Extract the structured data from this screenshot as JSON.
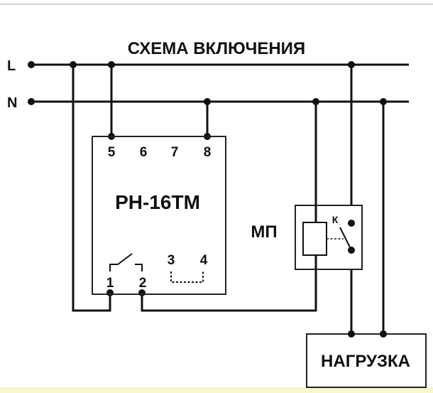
{
  "diagram": {
    "title": "СХЕМА ВКЛЮЧЕНИЯ",
    "lines": {
      "phase": "L",
      "neutral": "N"
    },
    "device": {
      "name": "РН-16ТМ",
      "top_terminals": [
        "5",
        "6",
        "7",
        "8"
      ],
      "bottom_terminals": [
        "1",
        "2"
      ],
      "aux_terminals": [
        "3",
        "4"
      ]
    },
    "contactor": {
      "name": "МП",
      "contact_label": "К"
    },
    "load": {
      "label": "НАГРУЗКА"
    }
  },
  "colors": {
    "wire": "#111111",
    "box_border": "#222222",
    "top_rule": "#aaaaaa",
    "bottom_strip": "#f7f7d0"
  }
}
